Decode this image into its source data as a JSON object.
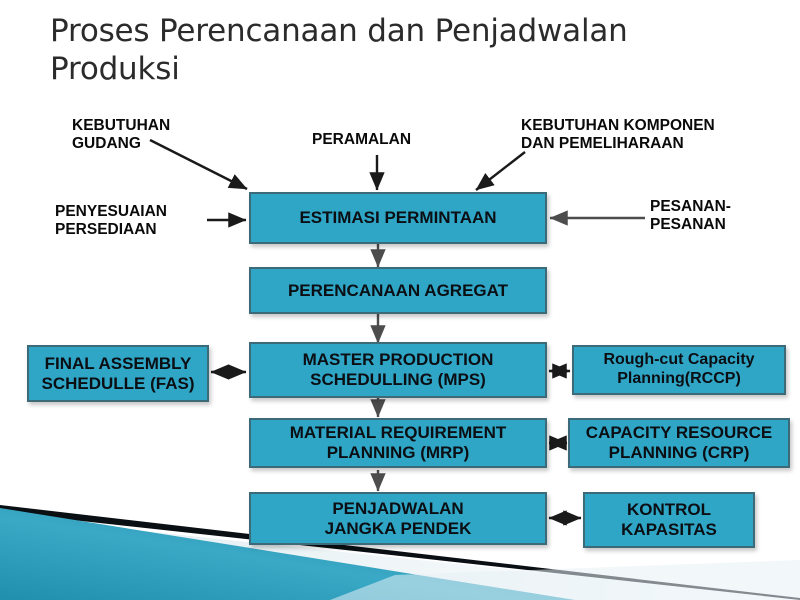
{
  "slide": {
    "title": "Proses Perencanaan dan Penjadwalan\nProduksi",
    "accent_color": "#2fa6c6",
    "box_border_color": "#3d6a78",
    "text_color": "#0b0e13",
    "background_color": "#ffffff"
  },
  "labels": {
    "kebutuhan_gudang": "KEBUTUHAN\nGUDANG",
    "peramalan": "PERAMALAN",
    "kebutuhan_komponen": "KEBUTUHAN KOMPONEN\nDAN PEMELIHARAAN",
    "penyesuaian_persediaan": "PENYESUAIAN\nPERSEDIAAN",
    "pesanan_pesanan": "PESANAN-\nPESANAN"
  },
  "boxes": {
    "estimasi_permintaan": "ESTIMASI PERMINTAAN",
    "perencanaan_agregat": "PERENCANAAN AGREGAT",
    "final_assembly_schedule": "FINAL ASSEMBLY\nSCHEDULLE (FAS)",
    "master_production_scheduling": "MASTER PRODUCTION\nSCHEDULLING (MPS)",
    "rough_cut_capacity_planning": "Rough-cut Capacity\nPlanning(RCCP)",
    "material_requirement_planning": "MATERIAL REQUIREMENT\nPLANNING (MRP)",
    "capacity_resource_planning": "CAPACITY RESOURCE\nPLANNING (CRP)",
    "penjadwalan_jangka_pendek": "PENJADWALAN\nJANGKA PENDEK",
    "kontrol_kapasitas": "KONTROL\nKAPASITAS"
  },
  "diagram_flow": [
    {
      "from": "kebutuhan_gudang",
      "to": "estimasi_permintaan",
      "type": "single"
    },
    {
      "from": "peramalan",
      "to": "estimasi_permintaan",
      "type": "single"
    },
    {
      "from": "kebutuhan_komponen",
      "to": "estimasi_permintaan",
      "type": "single"
    },
    {
      "from": "penyesuaian_persediaan",
      "to": "estimasi_permintaan",
      "type": "single"
    },
    {
      "from": "pesanan_pesanan",
      "to": "estimasi_permintaan",
      "type": "single"
    },
    {
      "from": "estimasi_permintaan",
      "to": "perencanaan_agregat",
      "type": "single"
    },
    {
      "from": "perencanaan_agregat",
      "to": "master_production_scheduling",
      "type": "single"
    },
    {
      "from": "final_assembly_schedule",
      "to": "master_production_scheduling",
      "type": "double"
    },
    {
      "from": "master_production_scheduling",
      "to": "rough_cut_capacity_planning",
      "type": "double"
    },
    {
      "from": "master_production_scheduling",
      "to": "material_requirement_planning",
      "type": "single"
    },
    {
      "from": "material_requirement_planning",
      "to": "capacity_resource_planning",
      "type": "double"
    },
    {
      "from": "material_requirement_planning",
      "to": "penjadwalan_jangka_pendek",
      "type": "single"
    },
    {
      "from": "penjadwalan_jangka_pendek",
      "to": "kontrol_kapasitas",
      "type": "double"
    }
  ]
}
